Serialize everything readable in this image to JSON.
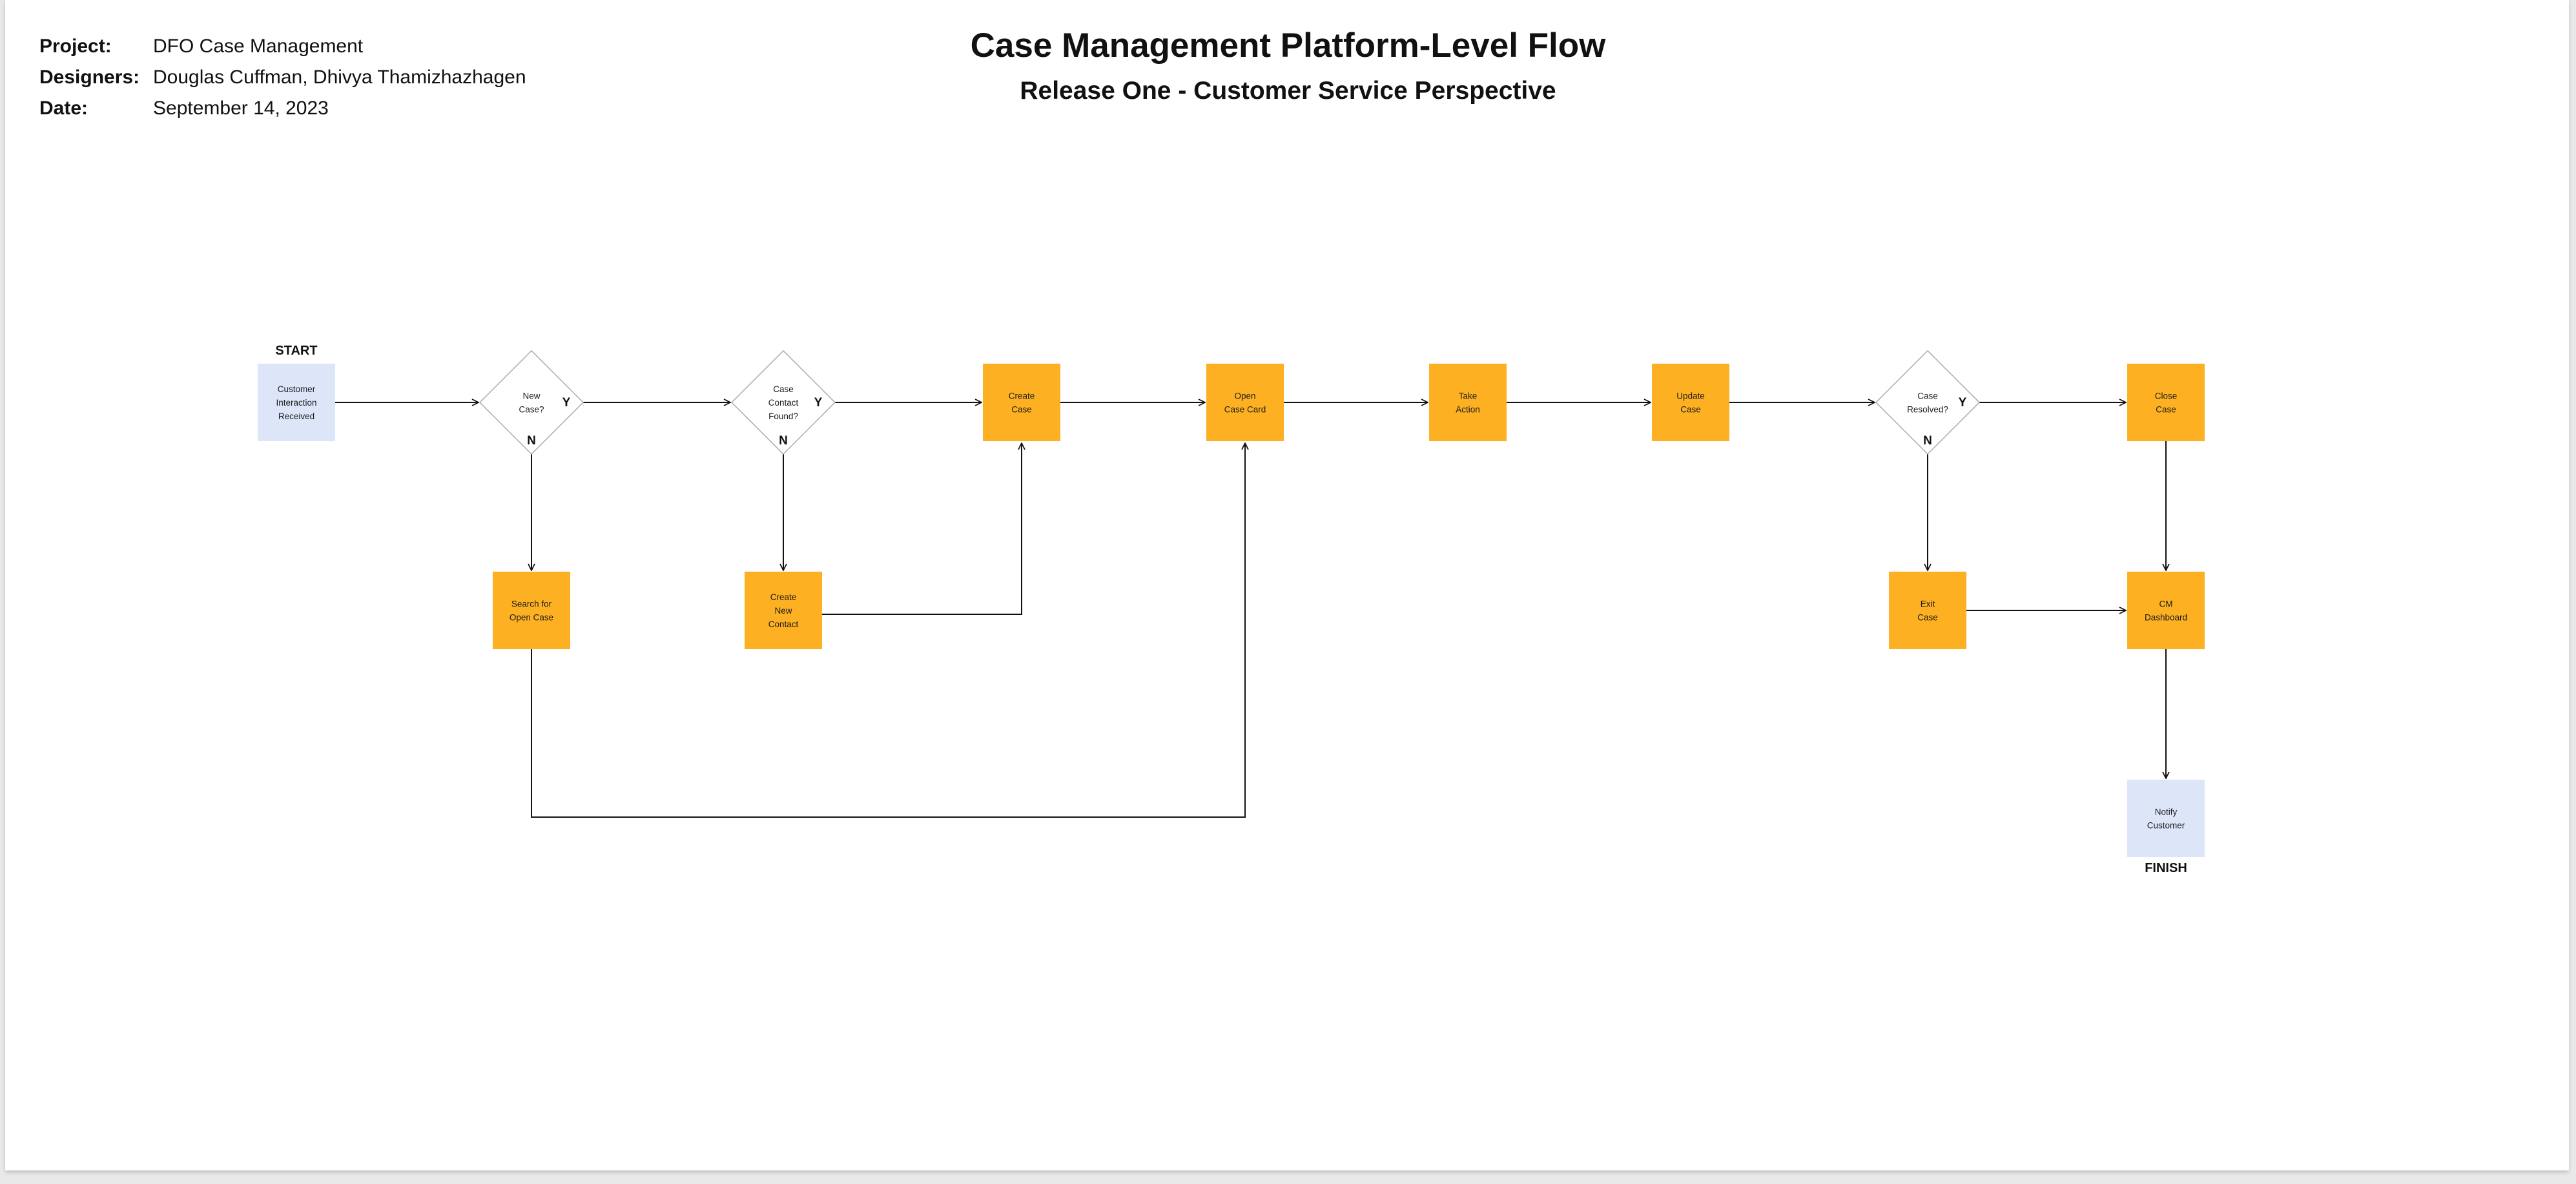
{
  "header": {
    "project_label": "Project:",
    "project_value": "DFO Case Management",
    "designers_label": "Designers:",
    "designers_value": "Douglas Cuffman, Dhivya Thamizhazhagen",
    "date_label": "Date:",
    "date_value": "September 14, 2023",
    "title": "Case Management Platform-Level Flow",
    "subtitle": "Release One - Customer Service Perspective"
  },
  "colors": {
    "process": "#FDB022",
    "terminal": "#DDE6F9",
    "decision_stroke": "#AAAAAA",
    "connector": "#111111"
  },
  "flow": {
    "start_label": "START",
    "finish_label": "FINISH",
    "nodes": [
      {
        "id": "customer-interaction",
        "kind": "terminal",
        "lines": [
          "Customer",
          "Interaction",
          "Received"
        ]
      },
      {
        "id": "new-case",
        "kind": "decision",
        "lines": [
          "New",
          "Case?"
        ]
      },
      {
        "id": "case-contact-found",
        "kind": "decision",
        "lines": [
          "Case",
          "Contact",
          "Found?"
        ]
      },
      {
        "id": "create-case",
        "kind": "process",
        "lines": [
          "Create",
          "Case"
        ]
      },
      {
        "id": "open-case-card",
        "kind": "process",
        "lines": [
          "Open",
          "Case Card"
        ]
      },
      {
        "id": "take-action",
        "kind": "process",
        "lines": [
          "Take",
          "Action"
        ]
      },
      {
        "id": "update-case",
        "kind": "process",
        "lines": [
          "Update",
          "Case"
        ]
      },
      {
        "id": "case-resolved",
        "kind": "decision",
        "lines": [
          "Case",
          "Resolved?"
        ]
      },
      {
        "id": "close-case",
        "kind": "process",
        "lines": [
          "Close",
          "Case"
        ]
      },
      {
        "id": "search-open-case",
        "kind": "process",
        "lines": [
          "Search for",
          "Open Case"
        ]
      },
      {
        "id": "create-new-contact",
        "kind": "process",
        "lines": [
          "Create",
          "New",
          "Contact"
        ]
      },
      {
        "id": "exit-case",
        "kind": "process",
        "lines": [
          "Exit",
          "Case"
        ]
      },
      {
        "id": "cm-dashboard",
        "kind": "process",
        "lines": [
          "CM",
          "Dashboard"
        ]
      },
      {
        "id": "notify-customer",
        "kind": "terminal",
        "lines": [
          "Notify",
          "Customer"
        ]
      }
    ],
    "branch_labels": [
      {
        "id": "new-case-yes",
        "text": "Y"
      },
      {
        "id": "new-case-no",
        "text": "N"
      },
      {
        "id": "contact-found-yes",
        "text": "Y"
      },
      {
        "id": "contact-found-no",
        "text": "N"
      },
      {
        "id": "resolved-yes",
        "text": "Y"
      },
      {
        "id": "resolved-no",
        "text": "N"
      }
    ],
    "edges": [
      {
        "from": "customer-interaction",
        "to": "new-case"
      },
      {
        "from": "new-case",
        "to": "case-contact-found",
        "branch": "Y"
      },
      {
        "from": "new-case",
        "to": "search-open-case",
        "branch": "N"
      },
      {
        "from": "case-contact-found",
        "to": "create-case",
        "branch": "Y"
      },
      {
        "from": "case-contact-found",
        "to": "create-new-contact",
        "branch": "N"
      },
      {
        "from": "create-new-contact",
        "to": "create-case"
      },
      {
        "from": "create-case",
        "to": "open-case-card"
      },
      {
        "from": "search-open-case",
        "to": "open-case-card"
      },
      {
        "from": "open-case-card",
        "to": "take-action"
      },
      {
        "from": "take-action",
        "to": "update-case"
      },
      {
        "from": "update-case",
        "to": "case-resolved"
      },
      {
        "from": "case-resolved",
        "to": "close-case",
        "branch": "Y"
      },
      {
        "from": "case-resolved",
        "to": "exit-case",
        "branch": "N"
      },
      {
        "from": "close-case",
        "to": "cm-dashboard"
      },
      {
        "from": "exit-case",
        "to": "cm-dashboard"
      },
      {
        "from": "cm-dashboard",
        "to": "notify-customer"
      }
    ]
  }
}
